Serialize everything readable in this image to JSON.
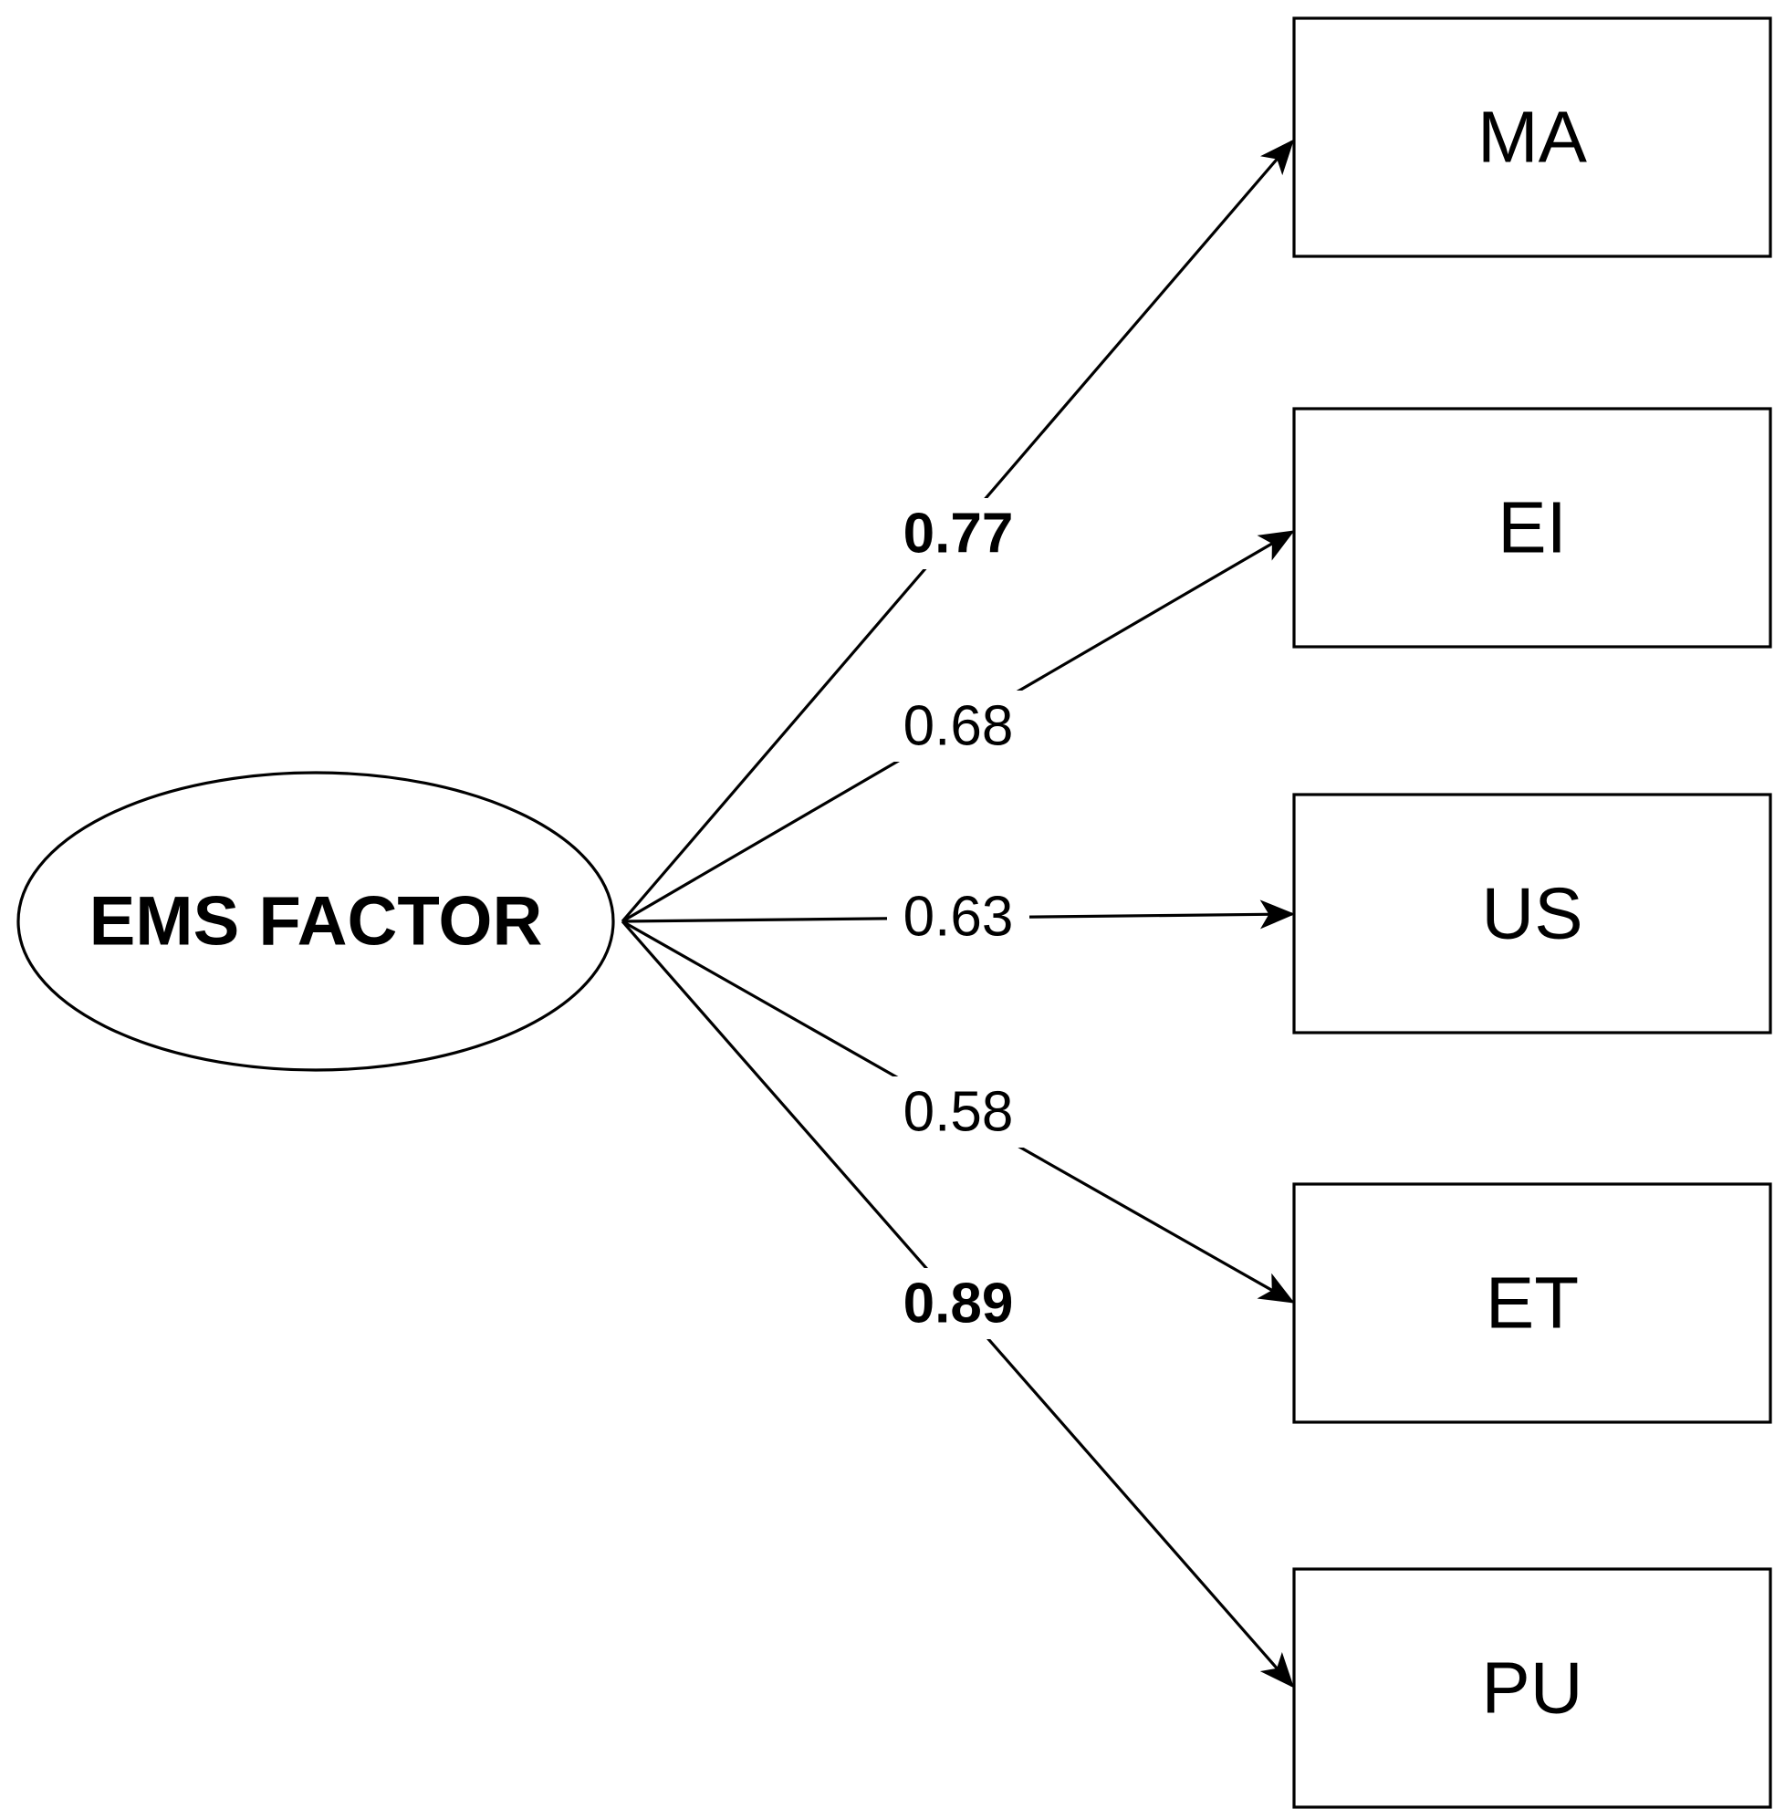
{
  "factor": {
    "label": "EMS FACTOR"
  },
  "indicators": [
    {
      "id": "MA",
      "label": "MA"
    },
    {
      "id": "EI",
      "label": "EI"
    },
    {
      "id": "US",
      "label": "US"
    },
    {
      "id": "ET",
      "label": "ET"
    },
    {
      "id": "PU",
      "label": "PU"
    }
  ],
  "loadings": [
    {
      "target": "MA",
      "value": "0.77",
      "bold": true
    },
    {
      "target": "EI",
      "value": "0.68",
      "bold": false
    },
    {
      "target": "US",
      "value": "0.63",
      "bold": false
    },
    {
      "target": "ET",
      "value": "0.58",
      "bold": false
    },
    {
      "target": "PU",
      "value": "0.89",
      "bold": true
    }
  ]
}
